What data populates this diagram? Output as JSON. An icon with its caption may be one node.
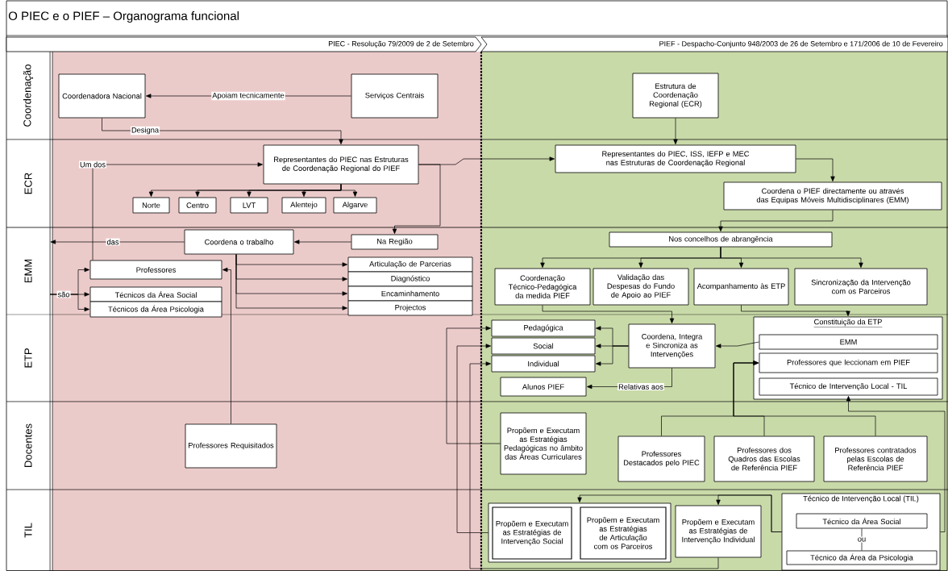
{
  "diagram": {
    "title": "O PIEC e o PIEF – Organograma funcional",
    "nodes": [
      {
        "text": [
          "Coordenadora Nacional"
        ]
      },
      {
        "text": [
          "Serviços Centrais"
        ]
      },
      {
        "text": [
          "Representantes do PIEC nas Estruturas de Coordenação Regional do PIEF"
        ]
      },
      {
        "text": [
          "Norte"
        ]
      },
      {
        "text": [
          "Centro"
        ]
      },
      {
        "text": [
          "LVT"
        ]
      },
      {
        "text": [
          "Alentejo"
        ]
      },
      {
        "text": [
          "Algarve"
        ]
      },
      {
        "text": [
          "Coordena o trabalho"
        ]
      },
      {
        "text": [
          "Na Região"
        ]
      },
      {
        "text": [
          "Professores"
        ]
      },
      {
        "text": [
          "Técnicos  da Área Social"
        ]
      },
      {
        "text": [
          "Técnicos da Área Psicologia"
        ]
      },
      {
        "text": [
          "Articulação de Parcerias"
        ]
      },
      {
        "text": [
          "Diagnóstico"
        ]
      },
      {
        "text": [
          "Encaminhamento"
        ]
      },
      {
        "text": [
          "Projectos"
        ]
      },
      {
        "text": [
          "Professores Requisitados"
        ]
      },
      {
        "text": [
          "Estrutura de Coordenação Regional (ECR)"
        ]
      },
      {
        "text": [
          "Representantes do PIEC, ISS, IEFP e MEC nas Estruturas de Coordenação Regional"
        ]
      },
      {
        "text": [
          "Coordena o PIEF directamente ou através das Equipas Móveis Multidisciplinares (EMM)"
        ]
      },
      {
        "text": [
          "Nos concelhos de abrangência"
        ]
      },
      {
        "text": [
          "Coordenação Técnico-Pedagógica da medida PIEF"
        ]
      },
      {
        "text": [
          "Validação das Despesas do Fundo de Apoio ao PIEF"
        ]
      },
      {
        "text": [
          "Acompanhamento às ETP"
        ]
      },
      {
        "text": [
          "Sincronização da Intervenção com os Parceiros"
        ]
      },
      {
        "text": [
          "Pedagógica"
        ]
      },
      {
        "text": [
          "Social"
        ]
      },
      {
        "text": [
          "Individual"
        ]
      },
      {
        "text": [
          "Coordena, Integra e Sincroniza as Intervenções"
        ]
      },
      {
        "text": [
          "Alunos PIEF"
        ]
      },
      {
        "text": [
          "Constituição da ETP"
        ]
      },
      {
        "text": [
          "EMM"
        ],
        "in": 31
      },
      {
        "text": [
          "Professores que leccionam em PIEF"
        ],
        "in": 31
      },
      {
        "text": [
          "Técnico de Intervenção Local - TIL"
        ],
        "in": 31
      },
      {
        "text": [
          "Propõem e Executam as Estratégias Pedagógicas no âmbito das Áreas Curriculares"
        ]
      },
      {
        "text": [
          "Professores Destacados pelo PIEC"
        ]
      },
      {
        "text": [
          "Professores dos Quadros das Escolas de Referência PIEF"
        ]
      },
      {
        "text": [
          "Professores contratados pelas Escolas de Referência PIEF"
        ]
      },
      {
        "text": [],
        "shape": "box"
      },
      {
        "text": [
          "Propõem e Executam as Estratégias de Intervenção Social"
        ],
        "in": 39
      },
      {
        "text": [
          "Propõem e Executam as Estratégias de Articulação com os Parceiros"
        ],
        "in": 39
      },
      {
        "text": [
          "Propõem e Executam as Estratégias de Intervenção Individual"
        ]
      },
      {
        "text": [
          "Técnico de Intervenção Local (TIL)"
        ]
      },
      {
        "text": [
          "Técnico  da Área Social"
        ],
        "in": 43
      },
      {
        "text": [
          "Técnico da Área da Psicologia"
        ],
        "in": 43
      }
    ],
    "edges": [
      {
        "from": 1,
        "to": 0,
        "arrow": "to",
        "label": "Apoiam tecnicamente"
      },
      {
        "from": 0,
        "to": 2,
        "arrow": "to",
        "label": "Designa"
      },
      {
        "from": 10,
        "to": 2,
        "arrow": "to",
        "label": "Um dos"
      },
      {
        "from": 2,
        "to": 3,
        "arrow": "to"
      },
      {
        "from": 2,
        "to": 4,
        "arrow": "to"
      },
      {
        "from": 2,
        "to": 5,
        "arrow": "to"
      },
      {
        "from": 2,
        "to": 6,
        "arrow": "to"
      },
      {
        "from": 2,
        "to": 7,
        "arrow": "to"
      },
      {
        "from": 2,
        "to": 9,
        "arrow": "to"
      },
      {
        "from": 2,
        "to": 19,
        "arrow": "to"
      },
      {
        "from": 9,
        "to": 8,
        "arrow": "to"
      },
      {
        "from": 8,
        "to": null,
        "arrow": "to",
        "label": "das"
      },
      {
        "from": 8,
        "to": 13,
        "arrow": "to"
      },
      {
        "from": 8,
        "to": 14,
        "arrow": "to"
      },
      {
        "from": 8,
        "to": 15,
        "arrow": "to"
      },
      {
        "from": 8,
        "to": 16,
        "arrow": "to"
      },
      {
        "from": 17,
        "to": 10,
        "arrow": "to"
      },
      {
        "from": null,
        "to": 10,
        "arrow": "to"
      },
      {
        "from": null,
        "to": 11,
        "arrow": "to",
        "label": "são"
      },
      {
        "from": null,
        "to": 12,
        "arrow": "to"
      },
      {
        "from": 18,
        "to": 19,
        "arrow": "to"
      },
      {
        "from": 19,
        "to": 20,
        "arrow": "to"
      },
      {
        "from": 20,
        "to": 21,
        "arrow": "to"
      },
      {
        "from": 21,
        "to": 22,
        "arrow": "to"
      },
      {
        "from": 21,
        "to": 23,
        "arrow": "to"
      },
      {
        "from": 21,
        "to": 24,
        "arrow": "to"
      },
      {
        "from": 21,
        "to": 25,
        "arrow": "to"
      },
      {
        "from": 22,
        "to": 29,
        "arrow": "to"
      },
      {
        "from": 24,
        "to": 31,
        "arrow": "to"
      },
      {
        "from": 32,
        "to": 29,
        "arrow": "to"
      },
      {
        "from": 29,
        "to": 26,
        "arrow": "to"
      },
      {
        "from": 29,
        "to": 27,
        "arrow": "to"
      },
      {
        "from": 29,
        "to": 28,
        "arrow": "to"
      },
      {
        "from": 29,
        "to": 30,
        "arrow": "to",
        "label": "Relativas aos"
      },
      {
        "from": 36,
        "to": 33,
        "arrow": "to"
      },
      {
        "from": 37,
        "to": 33,
        "arrow": "to"
      },
      {
        "from": 38,
        "to": 33,
        "arrow": "to"
      },
      {
        "from": 43,
        "to": 34,
        "arrow": "to"
      },
      {
        "from": 35,
        "to": 26,
        "arrow": "to"
      },
      {
        "from": 39,
        "to": 27,
        "arrow": "to"
      },
      {
        "from": 42,
        "to": 28,
        "arrow": "to"
      },
      {
        "from": 43,
        "to": 39,
        "arrow": "to"
      },
      {
        "from": 43,
        "to": 42,
        "arrow": "to"
      },
      {
        "from": 44,
        "to": 45,
        "arrow": "none",
        "label": "ou"
      }
    ],
    "labels": [
      "PIEC - Resolução 79/2009 de 2 de Setembro",
      "PIEF - Despacho-Conjunto 948/2003 de 26 de Setembro e 171/2006 de 10 de Fevereiro",
      "Coordenação",
      "ECR",
      "EMM",
      "ETP",
      "Docentes",
      "TIL"
    ]
  }
}
